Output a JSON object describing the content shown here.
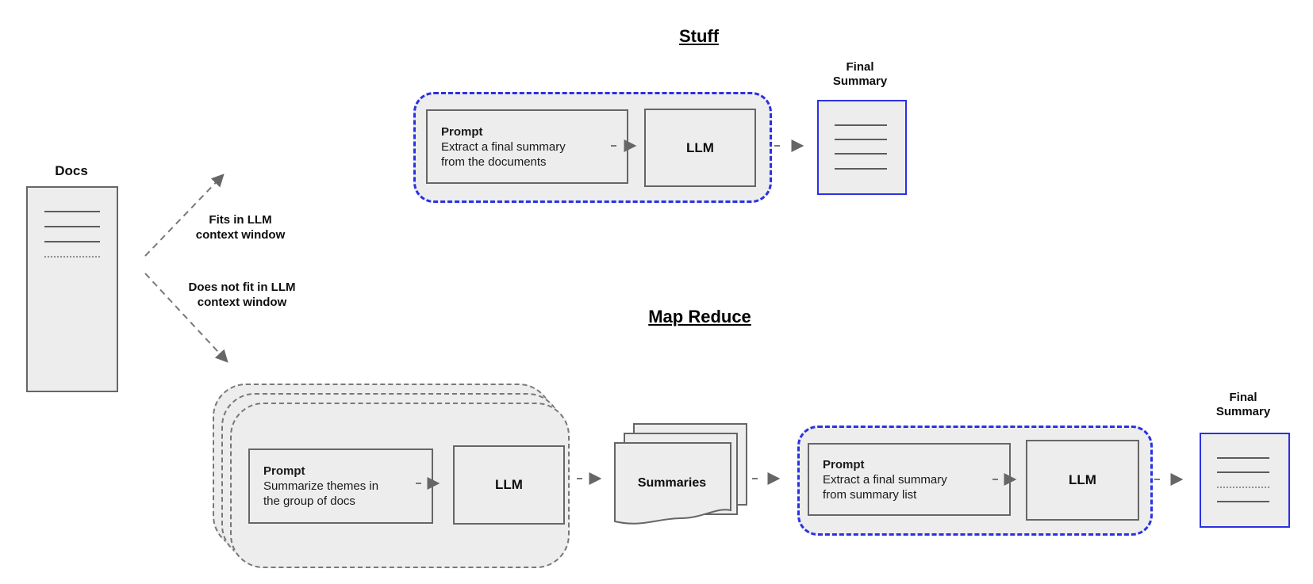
{
  "colors": {
    "accent_blue": "#2a31e3",
    "box_fill": "#ededed",
    "box_border": "#666666",
    "dash_gray": "#787878"
  },
  "titles": {
    "stuff": "Stuff",
    "map_reduce": "Map Reduce"
  },
  "docs": {
    "label": "Docs"
  },
  "branches": {
    "fits": "Fits in LLM\ncontext window",
    "does_not_fit": "Does not fit in LLM\ncontext window"
  },
  "stuff": {
    "prompt_title": "Prompt",
    "prompt_body": "Extract a final summary\nfrom the documents",
    "llm": "LLM",
    "final_summary": "Final\nSummary"
  },
  "map_reduce": {
    "map_prompt_title": "Prompt",
    "map_prompt_body": "Summarize themes in\nthe group of docs",
    "map_llm": "LLM",
    "summaries": "Summaries",
    "reduce_prompt_title": "Prompt",
    "reduce_prompt_body": "Extract a final summary\nfrom summary list",
    "reduce_llm": "LLM",
    "final_summary": "Final\nSummary"
  }
}
